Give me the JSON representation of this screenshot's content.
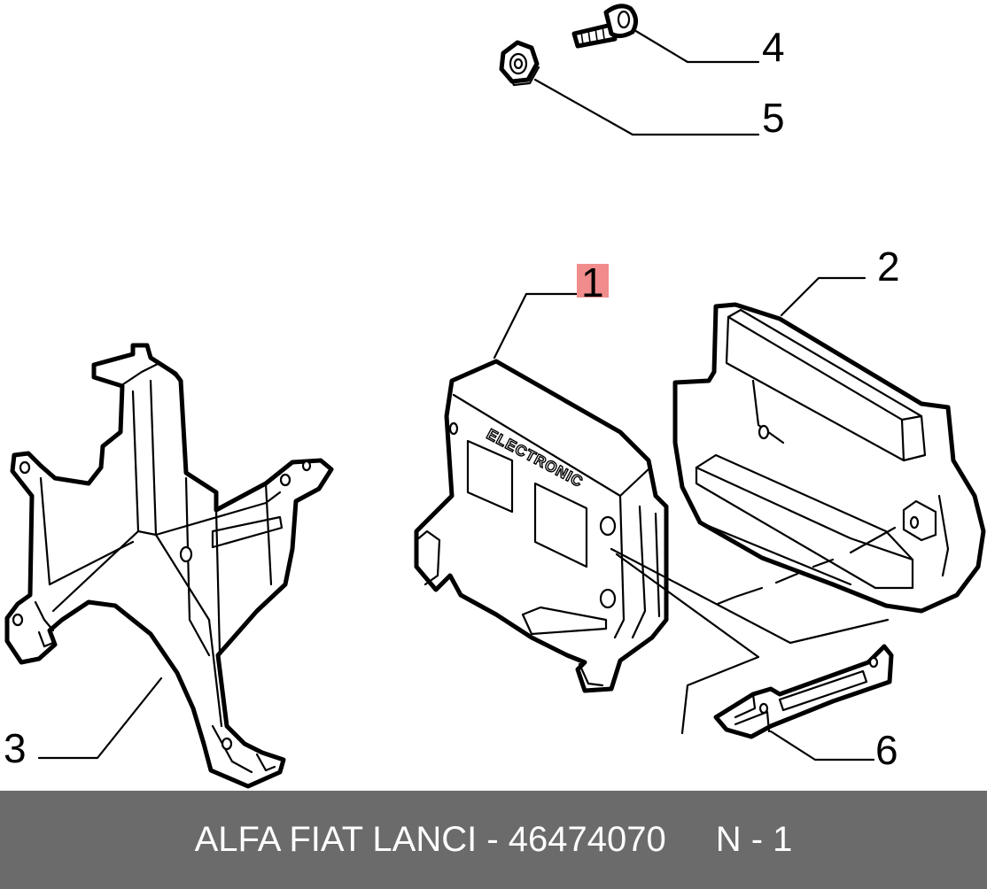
{
  "callouts": [
    {
      "id": "1",
      "label": "1",
      "highlighted": true
    },
    {
      "id": "2",
      "label": "2",
      "highlighted": false
    },
    {
      "id": "3",
      "label": "3",
      "highlighted": false
    },
    {
      "id": "4",
      "label": "4",
      "highlighted": false
    },
    {
      "id": "5",
      "label": "5",
      "highlighted": false
    },
    {
      "id": "6",
      "label": "6",
      "highlighted": false
    }
  ],
  "ecu_marking": "ELECTRONIC",
  "footer": {
    "part_text": "ALFA FIAT LANCI - 46474070",
    "quantity_text": "N - 1"
  },
  "colors": {
    "footer_background": "#6b6b6b",
    "footer_text": "#ffffff",
    "highlight": "#f08c8c",
    "line_art": "#000000"
  }
}
